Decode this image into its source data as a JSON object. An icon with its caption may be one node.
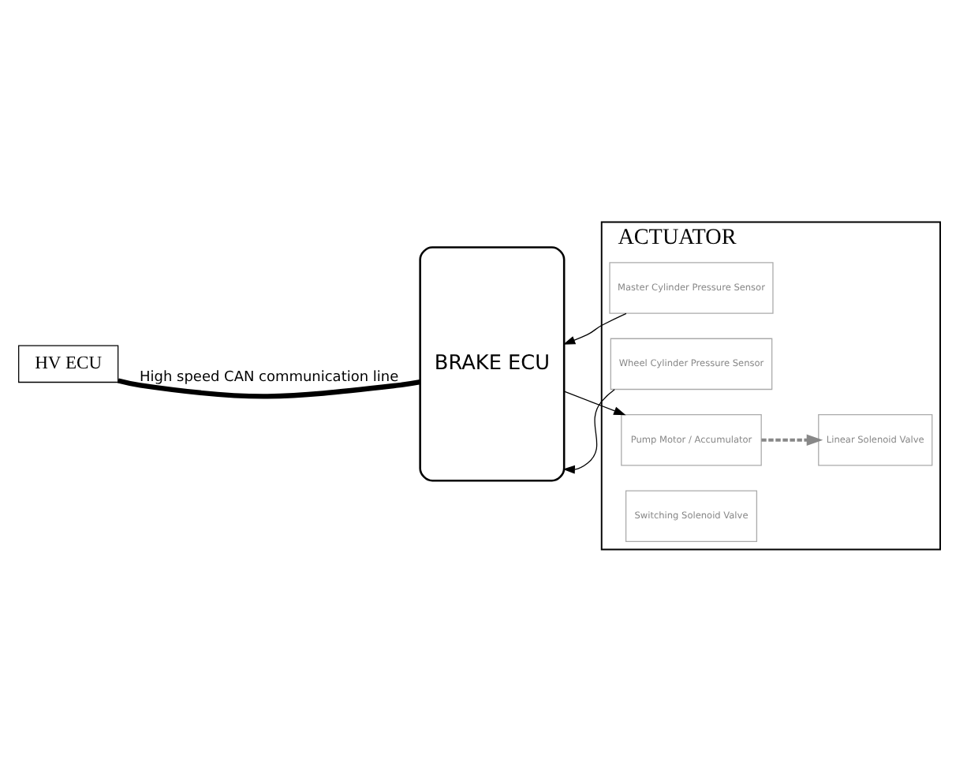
{
  "diagram": {
    "nodes": [
      {
        "text": [
          "BRAKE ECU"
        ]
      },
      {
        "text": [
          "ACTUATOR"
        ]
      },
      {
        "text": [
          "Master Cylinder Pressure Sensor"
        ],
        "in": 1
      },
      {
        "text": [
          "Wheel Cylinder Pressure Sensor"
        ],
        "in": 1
      },
      {
        "text": [
          "Pump Motor / Accumulator"
        ],
        "in": 1
      },
      {
        "text": [
          "Linear Solenoid Valve"
        ],
        "in": 1
      },
      {
        "text": [
          "Switching Solenoid Valve"
        ],
        "in": 1
      },
      {
        "text": [
          "HV ECU"
        ]
      }
    ],
    "edges": [
      {
        "from": 2,
        "to": 0,
        "arrow": "to"
      },
      {
        "from": 3,
        "to": 0,
        "arrow": "to"
      },
      {
        "from": 0,
        "to": 4,
        "arrow": "to"
      },
      {
        "from": 4,
        "to": 5,
        "arrow": "to",
        "style": "dashed",
        "color": "#888888"
      },
      {
        "from": 0,
        "to": 7,
        "arrow": "none",
        "style": "thick",
        "label": "High speed CAN communication line"
      }
    ]
  }
}
